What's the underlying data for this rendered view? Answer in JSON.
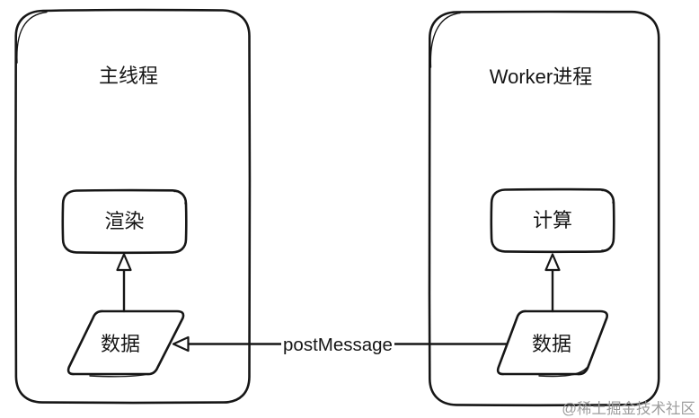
{
  "diagram": {
    "left": {
      "title": "主线程",
      "box_label": "渲染",
      "data_label": "数据"
    },
    "right": {
      "title": "Worker进程",
      "box_label": "计算",
      "data_label": "数据"
    },
    "message_arrow_label": "postMessage",
    "watermark_text": "@稀土掘金技术社区"
  },
  "colors": {
    "stroke": "#161616",
    "background": "#ffffff",
    "watermark": "#9c9c9c"
  }
}
